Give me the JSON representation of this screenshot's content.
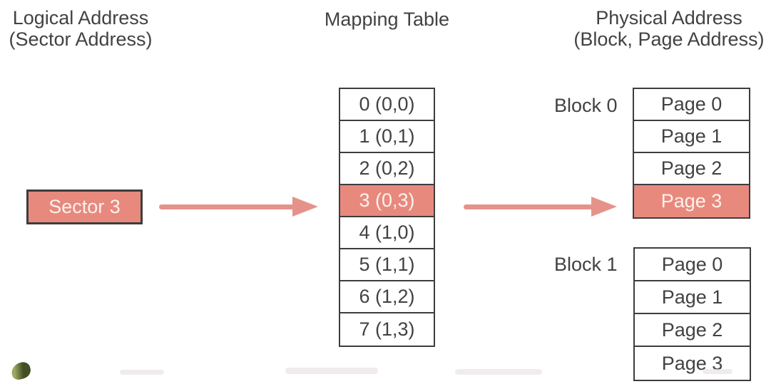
{
  "colors": {
    "highlight": "#e8897e",
    "highlight_text": "#fcf2ec",
    "arrow": "#e5928b",
    "border": "#3d3d3d",
    "text": "#424242",
    "background": "#ffffff"
  },
  "headings": {
    "logical_line1": "Logical Address",
    "logical_line2": "(Sector Address)",
    "mapping": "Mapping Table",
    "physical_line1": "Physical Address",
    "physical_line2": "(Block, Page Address)"
  },
  "sector_box": {
    "label": "Sector 3"
  },
  "mapping_table": {
    "rows": [
      {
        "label": "0 (0,0)",
        "highlighted": false
      },
      {
        "label": "1 (0,1)",
        "highlighted": false
      },
      {
        "label": "2 (0,2)",
        "highlighted": false
      },
      {
        "label": "3 (0,3)",
        "highlighted": true
      },
      {
        "label": "4 (1,0)",
        "highlighted": false
      },
      {
        "label": "5 (1,1)",
        "highlighted": false
      },
      {
        "label": "6 (1,2)",
        "highlighted": false
      },
      {
        "label": "7 (1,3)",
        "highlighted": false
      }
    ]
  },
  "blocks": [
    {
      "label": "Block 0",
      "pages": [
        {
          "label": "Page 0",
          "highlighted": false
        },
        {
          "label": "Page 1",
          "highlighted": false
        },
        {
          "label": "Page 2",
          "highlighted": false
        },
        {
          "label": "Page 3",
          "highlighted": true
        }
      ]
    },
    {
      "label": "Block 1",
      "pages": [
        {
          "label": "Page 0",
          "highlighted": false
        },
        {
          "label": "Page 1",
          "highlighted": false
        },
        {
          "label": "Page 2",
          "highlighted": false
        },
        {
          "label": "Page 3",
          "highlighted": false
        }
      ]
    }
  ],
  "icons": {
    "arrow_logical_to_mapping": "right-arrow",
    "arrow_mapping_to_physical": "right-arrow",
    "watermark": "partial-leaf-logo"
  }
}
